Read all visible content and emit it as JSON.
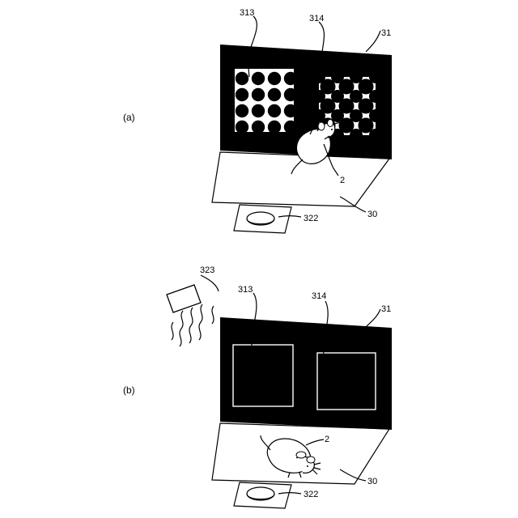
{
  "panels": [
    {
      "id": "a",
      "label": "(a)",
      "refs": {
        "left_pattern": "313",
        "right_pattern": "314",
        "wall": "31",
        "animal": "2",
        "floor": "30",
        "dish": "322"
      }
    },
    {
      "id": "b",
      "label": "(b)",
      "refs": {
        "lamp": "323",
        "left_pattern": "313",
        "right_pattern": "314",
        "wall": "31",
        "animal": "2",
        "floor": "30",
        "dish": "322"
      }
    }
  ]
}
